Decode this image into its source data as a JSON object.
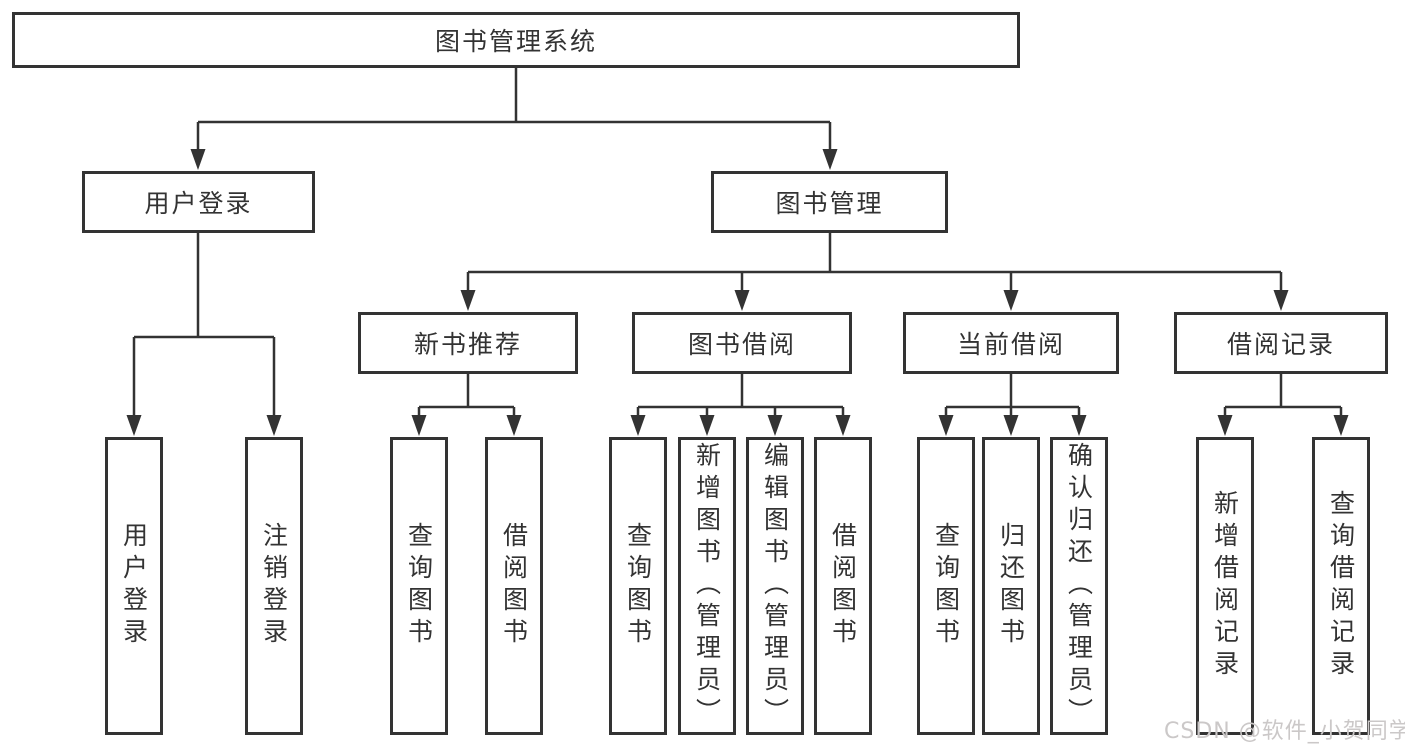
{
  "colors": {
    "line": "#333333",
    "text": "#333333",
    "background": "#ffffff",
    "watermark": "#cbc8c8"
  },
  "watermark": "CSDN @软件_小贺同学",
  "tree": {
    "root": {
      "label": "图书管理系统"
    },
    "branches": [
      {
        "label": "用户登录",
        "children": [
          {
            "label": "用户登录"
          },
          {
            "label": "注销登录"
          }
        ]
      },
      {
        "label": "图书管理",
        "groups": [
          {
            "label": "新书推荐",
            "children": [
              {
                "label": "查询图书"
              },
              {
                "label": "借阅图书"
              }
            ]
          },
          {
            "label": "图书借阅",
            "children": [
              {
                "label": "查询图书"
              },
              {
                "label": "新增图书（管理员）"
              },
              {
                "label": "编辑图书（管理员）"
              },
              {
                "label": "借阅图书"
              }
            ]
          },
          {
            "label": "当前借阅",
            "children": [
              {
                "label": "查询图书"
              },
              {
                "label": "归还图书"
              },
              {
                "label": "确认归还（管理员）"
              }
            ]
          },
          {
            "label": "借阅记录",
            "children": [
              {
                "label": "新增借阅记录"
              },
              {
                "label": "查询借阅记录"
              }
            ]
          }
        ]
      }
    ]
  }
}
